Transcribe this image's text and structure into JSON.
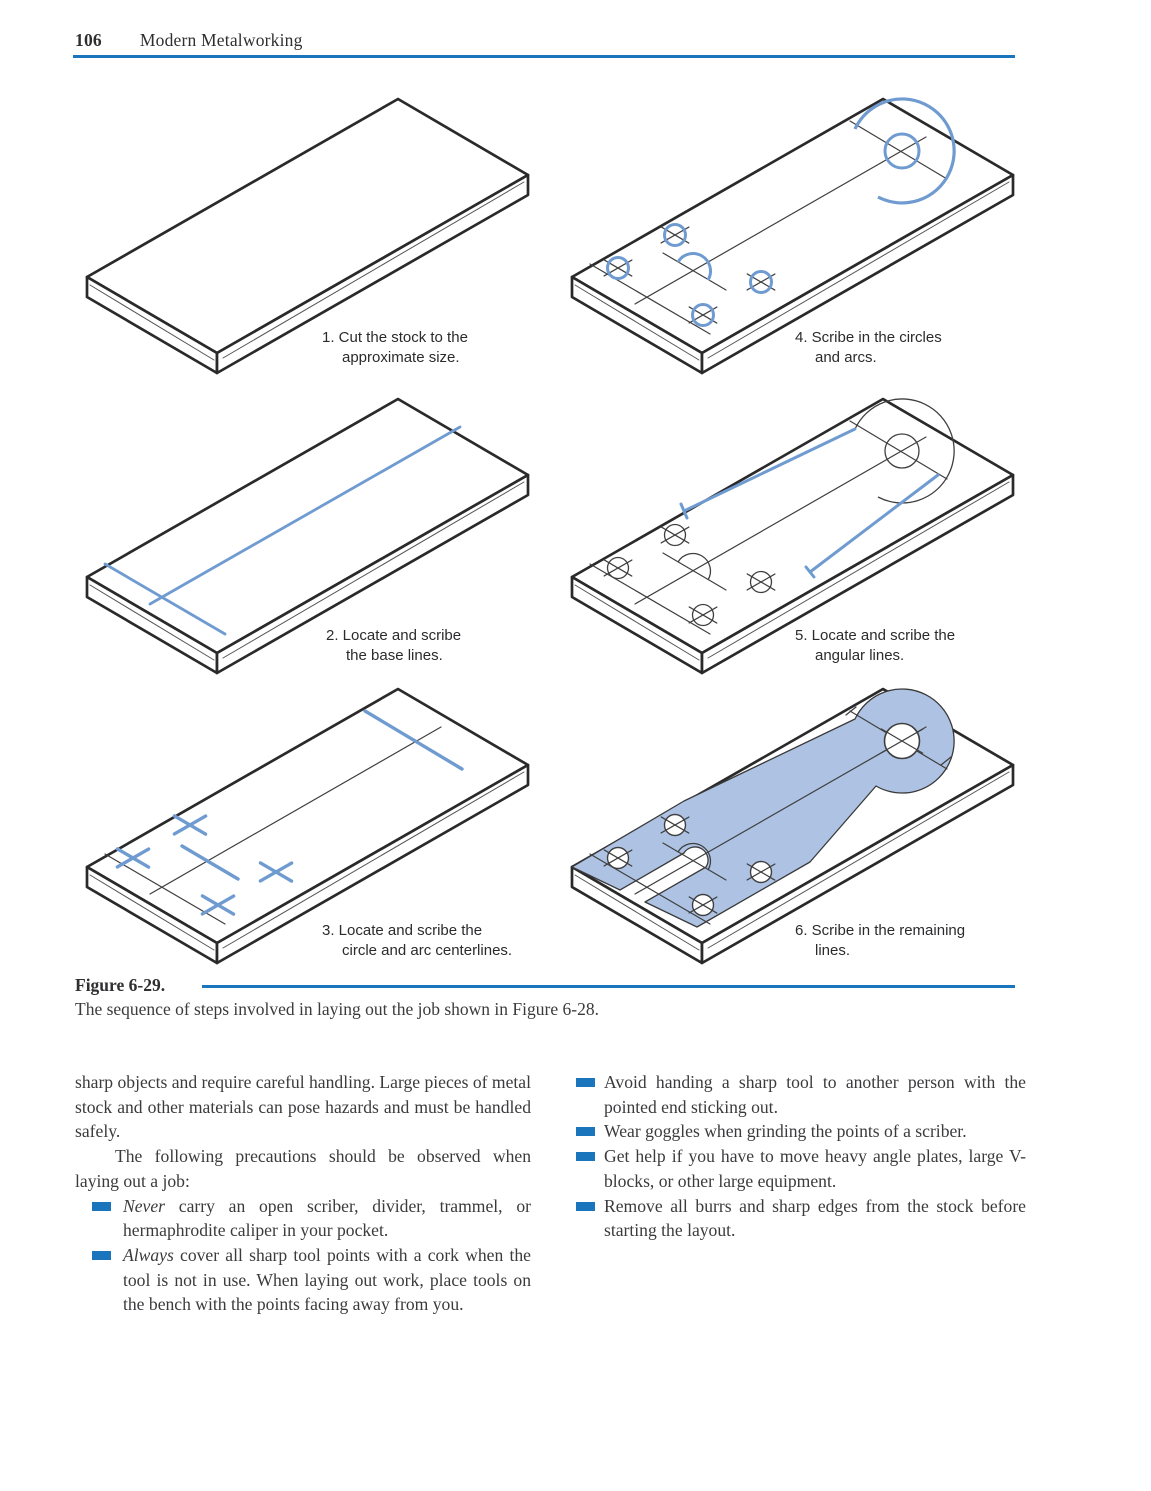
{
  "page": {
    "number": "106",
    "book_title": "Modern Metalworking"
  },
  "colors": {
    "accent": "#1b75bc",
    "scribe_blue": "#6f9bd1",
    "fill_blue": "#aec3e4",
    "line_black": "#2a2a2a",
    "thin_black": "#3f3f3f"
  },
  "figure": {
    "label": "Figure 6-29.",
    "caption": "The sequence of steps involved in laying out the job shown in Figure 6-28.",
    "steps": [
      {
        "id": "1",
        "line1": "1. Cut the stock to the",
        "line2": "approximate size."
      },
      {
        "id": "4",
        "line1": "4. Scribe in the circles",
        "line2": "and arcs."
      },
      {
        "id": "2",
        "line1": "2. Locate and scribe",
        "line2": "the base lines."
      },
      {
        "id": "5",
        "line1": "5. Locate and scribe the",
        "line2": "angular lines."
      },
      {
        "id": "3",
        "line1": "3. Locate and scribe the",
        "line2": "circle and arc centerlines."
      },
      {
        "id": "6",
        "line1": "6. Scribe in the remaining",
        "line2": "lines."
      }
    ]
  },
  "body": {
    "left": {
      "paragraph1": "sharp objects and require careful handling. Large pieces of metal stock and other materials can pose hazards and must be handled safely.",
      "paragraph2": "The following precautions should be observed when laying out a job:",
      "bullets": [
        {
          "em": "Never",
          "text": " carry an open scriber, divider, trammel, or hermaphrodite caliper in your pocket."
        },
        {
          "em": "Always",
          "text": " cover all sharp tool points with a cork when the tool is not in use. When laying out work, place tools on the bench with the points facing away from you."
        }
      ]
    },
    "right": {
      "bullets": [
        {
          "em": "",
          "text": "Avoid handing a sharp tool to another person with the pointed end sticking out."
        },
        {
          "em": "",
          "text": "Wear goggles when grinding the points of a scriber."
        },
        {
          "em": "",
          "text": "Get help if you have to move heavy angle plates, large V-blocks, or other large equipment."
        },
        {
          "em": "",
          "text": "Remove all burrs and sharp edges from the stock before starting the layout."
        }
      ]
    }
  }
}
